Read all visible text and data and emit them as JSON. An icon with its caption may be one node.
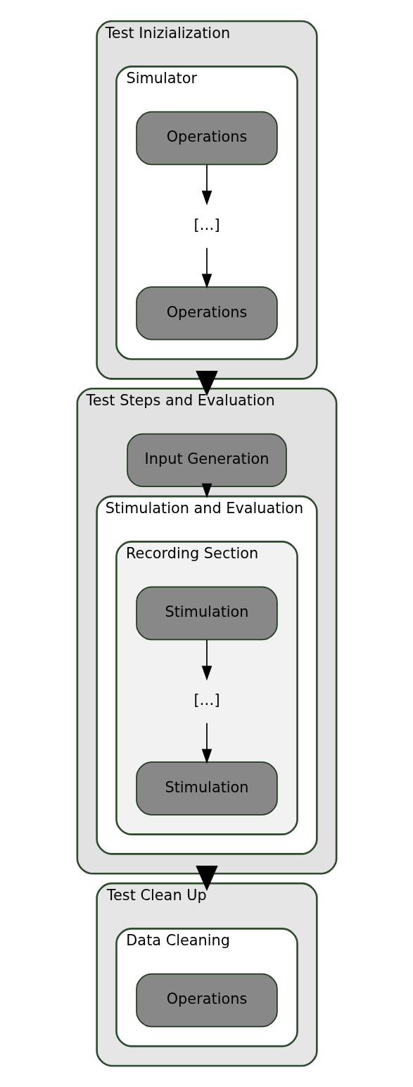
{
  "diagram": {
    "nodes": [
      {
        "text": [
          "Test Inizialization"
        ]
      },
      {
        "text": [
          "Simulator"
        ],
        "in": 0
      },
      {
        "text": [
          "Operations"
        ],
        "in": 1
      },
      {
        "text": [
          "[…]"
        ],
        "in": 1
      },
      {
        "text": [
          "Operations"
        ],
        "in": 1
      },
      {
        "text": [
          "Test Steps and Evaluation"
        ]
      },
      {
        "text": [
          "Input Generation"
        ],
        "in": 5
      },
      {
        "text": [
          "Stimulation and Evaluation"
        ],
        "in": 5
      },
      {
        "text": [
          "Recording Section"
        ],
        "in": 7
      },
      {
        "text": [
          "Stimulation"
        ],
        "in": 8
      },
      {
        "text": [
          "[…]"
        ],
        "in": 8
      },
      {
        "text": [
          "Stimulation"
        ],
        "in": 8
      },
      {
        "text": [
          "Test Clean Up"
        ]
      },
      {
        "text": [
          "Data Cleaning"
        ],
        "in": 12
      },
      {
        "text": [
          "Operations"
        ],
        "in": 13
      }
    ],
    "edges": [
      {
        "from": 2,
        "to": 3,
        "arrow": "to"
      },
      {
        "from": 3,
        "to": 4,
        "arrow": "to"
      },
      {
        "from": 0,
        "to": 5,
        "arrow": "to",
        "style": "thick"
      },
      {
        "from": 6,
        "to": 7,
        "arrow": "to"
      },
      {
        "from": 9,
        "to": 10,
        "arrow": "to"
      },
      {
        "from": 10,
        "to": 11,
        "arrow": "to"
      },
      {
        "from": 5,
        "to": 12,
        "arrow": "to",
        "style": "thick"
      }
    ]
  }
}
